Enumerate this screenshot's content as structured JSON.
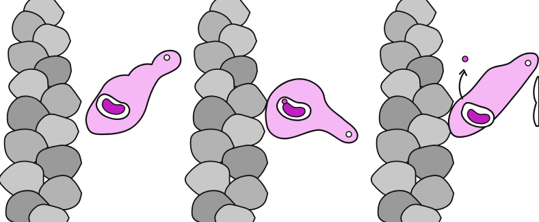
{
  "figure": {
    "panel_count": 3,
    "panels": [
      {
        "id": "panel-1",
        "stage": "head-detached"
      },
      {
        "id": "panel-2",
        "stage": "head-bound"
      },
      {
        "id": "panel-3",
        "stage": "power-stroke-release"
      }
    ]
  },
  "colors": {
    "background": "#ffffff",
    "filament_light": "#c8c8c8",
    "filament_mid": "#b3b3b3",
    "filament_dark": "#9a9a9a",
    "motor_fill": "#f5b8f5",
    "pocket_fill": "#ffffff",
    "ligand_fill": "#c21fc2",
    "ligand_inner": "#ee66ee",
    "phosphate_fill": "#e050e0",
    "outline": "#111111"
  },
  "icons": {
    "filament": "actin-filament-icon",
    "motor": "myosin-head-icon",
    "ligand": "nucleotide-icon",
    "released_particle": "phosphate-icon",
    "release_arrow": "release-arrow-icon",
    "lever": "lever-arm-icon"
  }
}
